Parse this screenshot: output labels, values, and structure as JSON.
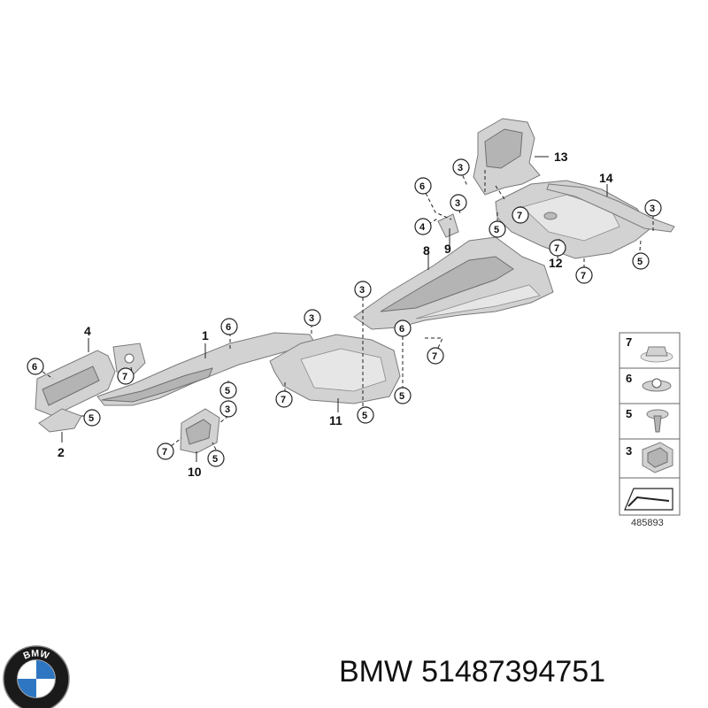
{
  "part_labels": {
    "p1": "1",
    "p2": "2",
    "p4": "4",
    "p8": "8",
    "p9": "9",
    "p10": "10",
    "p11": "11",
    "p12": "12",
    "p13": "13",
    "p14": "14"
  },
  "callouts": {
    "three": "3",
    "five": "5",
    "six": "6",
    "seven": "7",
    "four": "4"
  },
  "legend": {
    "items": [
      "7",
      "6",
      "5",
      "3"
    ]
  },
  "diagram_code": "485893",
  "brand": {
    "logo_text": "BMW",
    "name": "BMW",
    "part_number": "51487394751"
  }
}
